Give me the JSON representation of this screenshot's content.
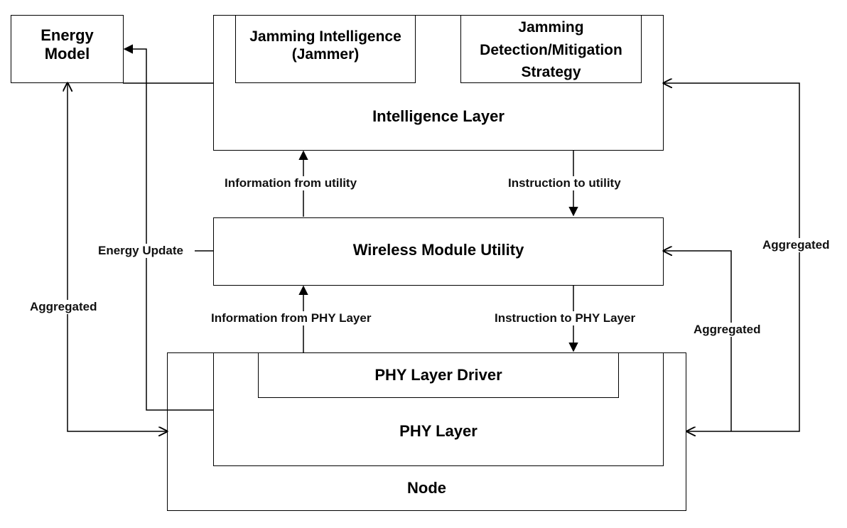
{
  "boxes": {
    "energy_model": "Energy\nModel",
    "jamming_intelligence": "Jamming Intelligence\n(Jammer)",
    "jamming_detection": "Jamming\nDetection/Mitigation\nStrategy",
    "intelligence_layer": "Intelligence Layer",
    "wireless_module_utility": "Wireless Module Utility",
    "phy_layer_driver": "PHY Layer Driver",
    "phy_layer": "PHY Layer",
    "node": "Node"
  },
  "labels": {
    "info_from_utility": "Information from utility",
    "instruction_to_utility": "Instruction to utility",
    "energy_update": "Energy Update",
    "info_from_phy": "Information from PHY Layer",
    "instruction_to_phy": "Instruction to PHY Layer",
    "aggregated_left": "Aggregated",
    "aggregated_right_top": "Aggregated",
    "aggregated_right_mid": "Aggregated"
  },
  "colors": {
    "stroke": "#000000",
    "background": "#ffffff"
  }
}
